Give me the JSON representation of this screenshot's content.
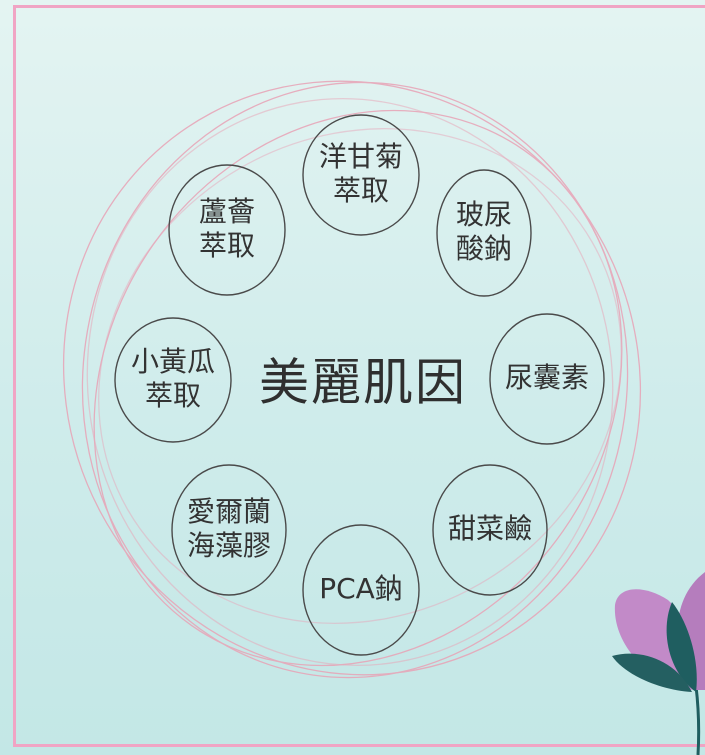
{
  "center_title": "美麗肌因",
  "ingredients": [
    {
      "line1": "洋甘菊",
      "line2": "萃取"
    },
    {
      "line1": "玻尿",
      "line2": "酸鈉"
    },
    {
      "line1": "尿囊素",
      "line2": ""
    },
    {
      "line1": "甜菜鹼",
      "line2": ""
    },
    {
      "line1": "PCA鈉",
      "line2": ""
    },
    {
      "line1": "愛爾蘭",
      "line2": "海藻膠"
    },
    {
      "line1": "小黃瓜",
      "line2": "萃取"
    },
    {
      "line1": "蘆薈",
      "line2": "萃取"
    }
  ],
  "colors": {
    "background_top": "#e4f4f2",
    "background_bottom": "#c3e7e6",
    "frame": "#f0a4c4",
    "ring": "#e8a3b6",
    "node_stroke": "#4a4a4a",
    "text": "#333333",
    "flower_petal": "#c28ac8",
    "flower_leaf": "#1f5e60"
  },
  "decoration": {
    "flower_icon": "purple-flower-with-teal-leaves"
  }
}
